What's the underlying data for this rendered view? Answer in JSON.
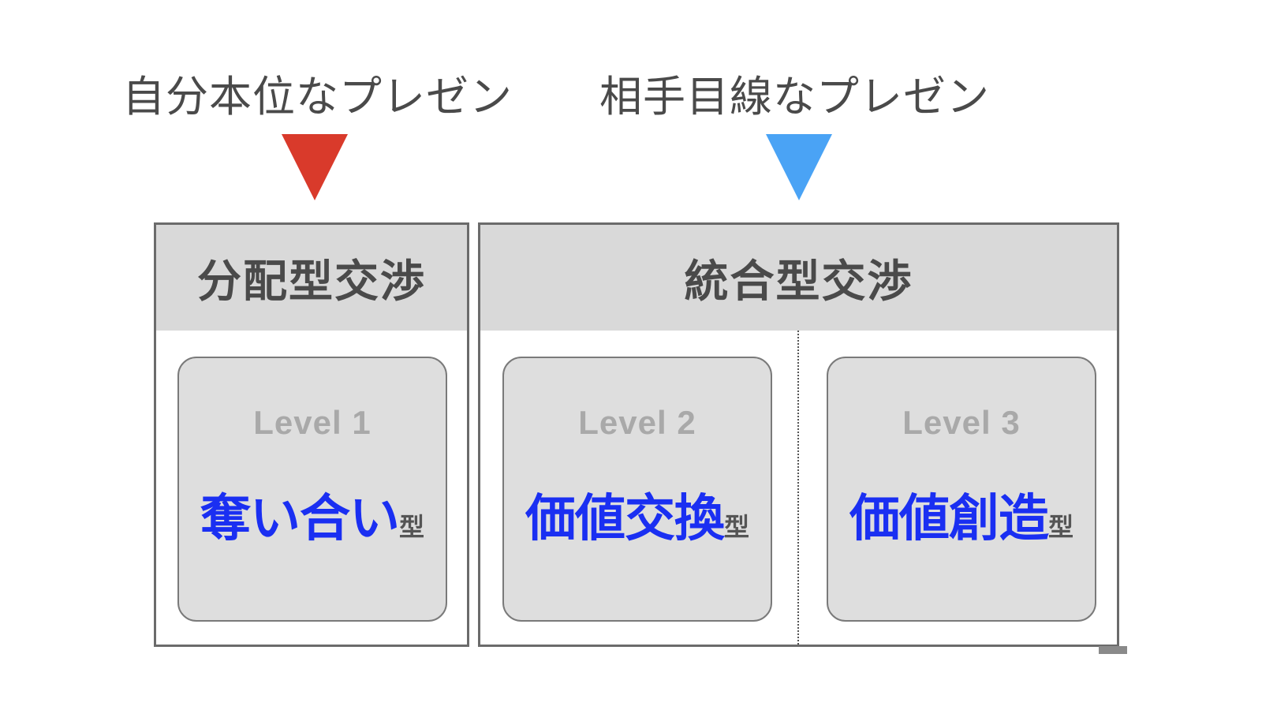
{
  "headings": {
    "left": "自分本位なプレゼン",
    "right": "相手目線なプレゼン"
  },
  "colors": {
    "left_triangle": "#d93a2b",
    "right_triangle": "#4aa3f5",
    "level_text": "#1a2ff2"
  },
  "panels": {
    "distributive": {
      "title": "分配型交渉"
    },
    "integrative": {
      "title": "統合型交渉"
    }
  },
  "levels": [
    {
      "label": "Level 1",
      "name": "奪い合い",
      "suffix": "型"
    },
    {
      "label": "Level 2",
      "name": "価値交換",
      "suffix": "型"
    },
    {
      "label": "Level 3",
      "name": "価値創造",
      "suffix": "型"
    }
  ]
}
